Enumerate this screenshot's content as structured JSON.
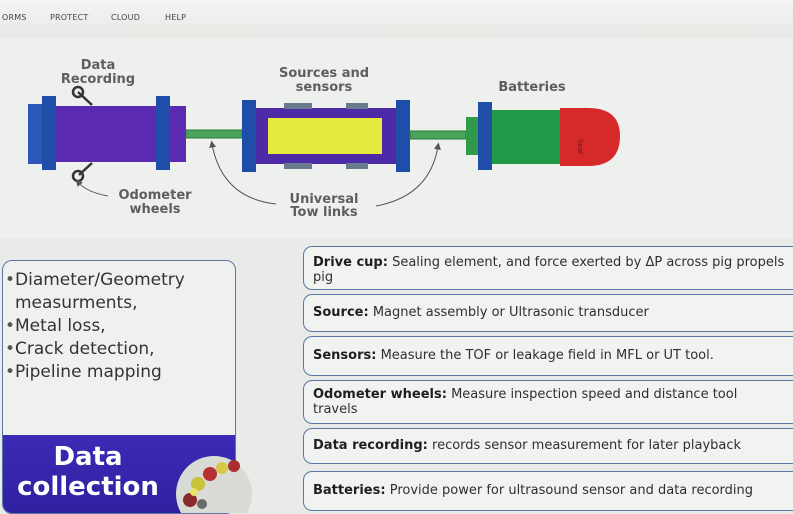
{
  "nav": {
    "items": [
      "ORMS",
      "PROTECT",
      "CLOUD",
      "HELP"
    ]
  },
  "diagram": {
    "labels": {
      "data_recording": [
        "Data",
        "Recording"
      ],
      "sources_sensors": [
        "Sources and",
        "sensors"
      ],
      "batteries": "Batteries",
      "odometer_wheels": [
        "Odometer",
        "wheels"
      ],
      "tow_links": [
        "Universal",
        "Tow links"
      ]
    },
    "colors": {
      "data_module": "#5a2ab0",
      "sensor_module": "#e6ea3c",
      "battery_module": "#1f9a48",
      "battery_cap": "#d62a2a",
      "flange": "#1e4ea8",
      "coupling": "#3aa04a",
      "label_text": "#5e5e5e"
    }
  },
  "applications": {
    "bullets": [
      "Diameter/Geometry",
      "measurments,",
      "Metal loss,",
      "Crack detection,",
      "Pipeline mapping"
    ],
    "banner": [
      "Data",
      "collection"
    ],
    "banner_color": "#3626b0"
  },
  "definitions": [
    {
      "term": "Drive cup:",
      "text": "Sealing element, and force exerted by ΔP across pig propels pig"
    },
    {
      "term": "Source:",
      "text": "Magnet assembly or Ultrasonic transducer"
    },
    {
      "term": "Sensors:",
      "text": "Measure the TOF or leakage field in MFL or UT tool."
    },
    {
      "term": "Odometer wheels:",
      "text": "Measure inspection speed and distance tool travels"
    },
    {
      "term": "Data recording:",
      "text": "records sensor measurement for later playback"
    },
    {
      "term": "Batteries:",
      "text": "Provide power for ultrasound sensor and data recording"
    }
  ]
}
